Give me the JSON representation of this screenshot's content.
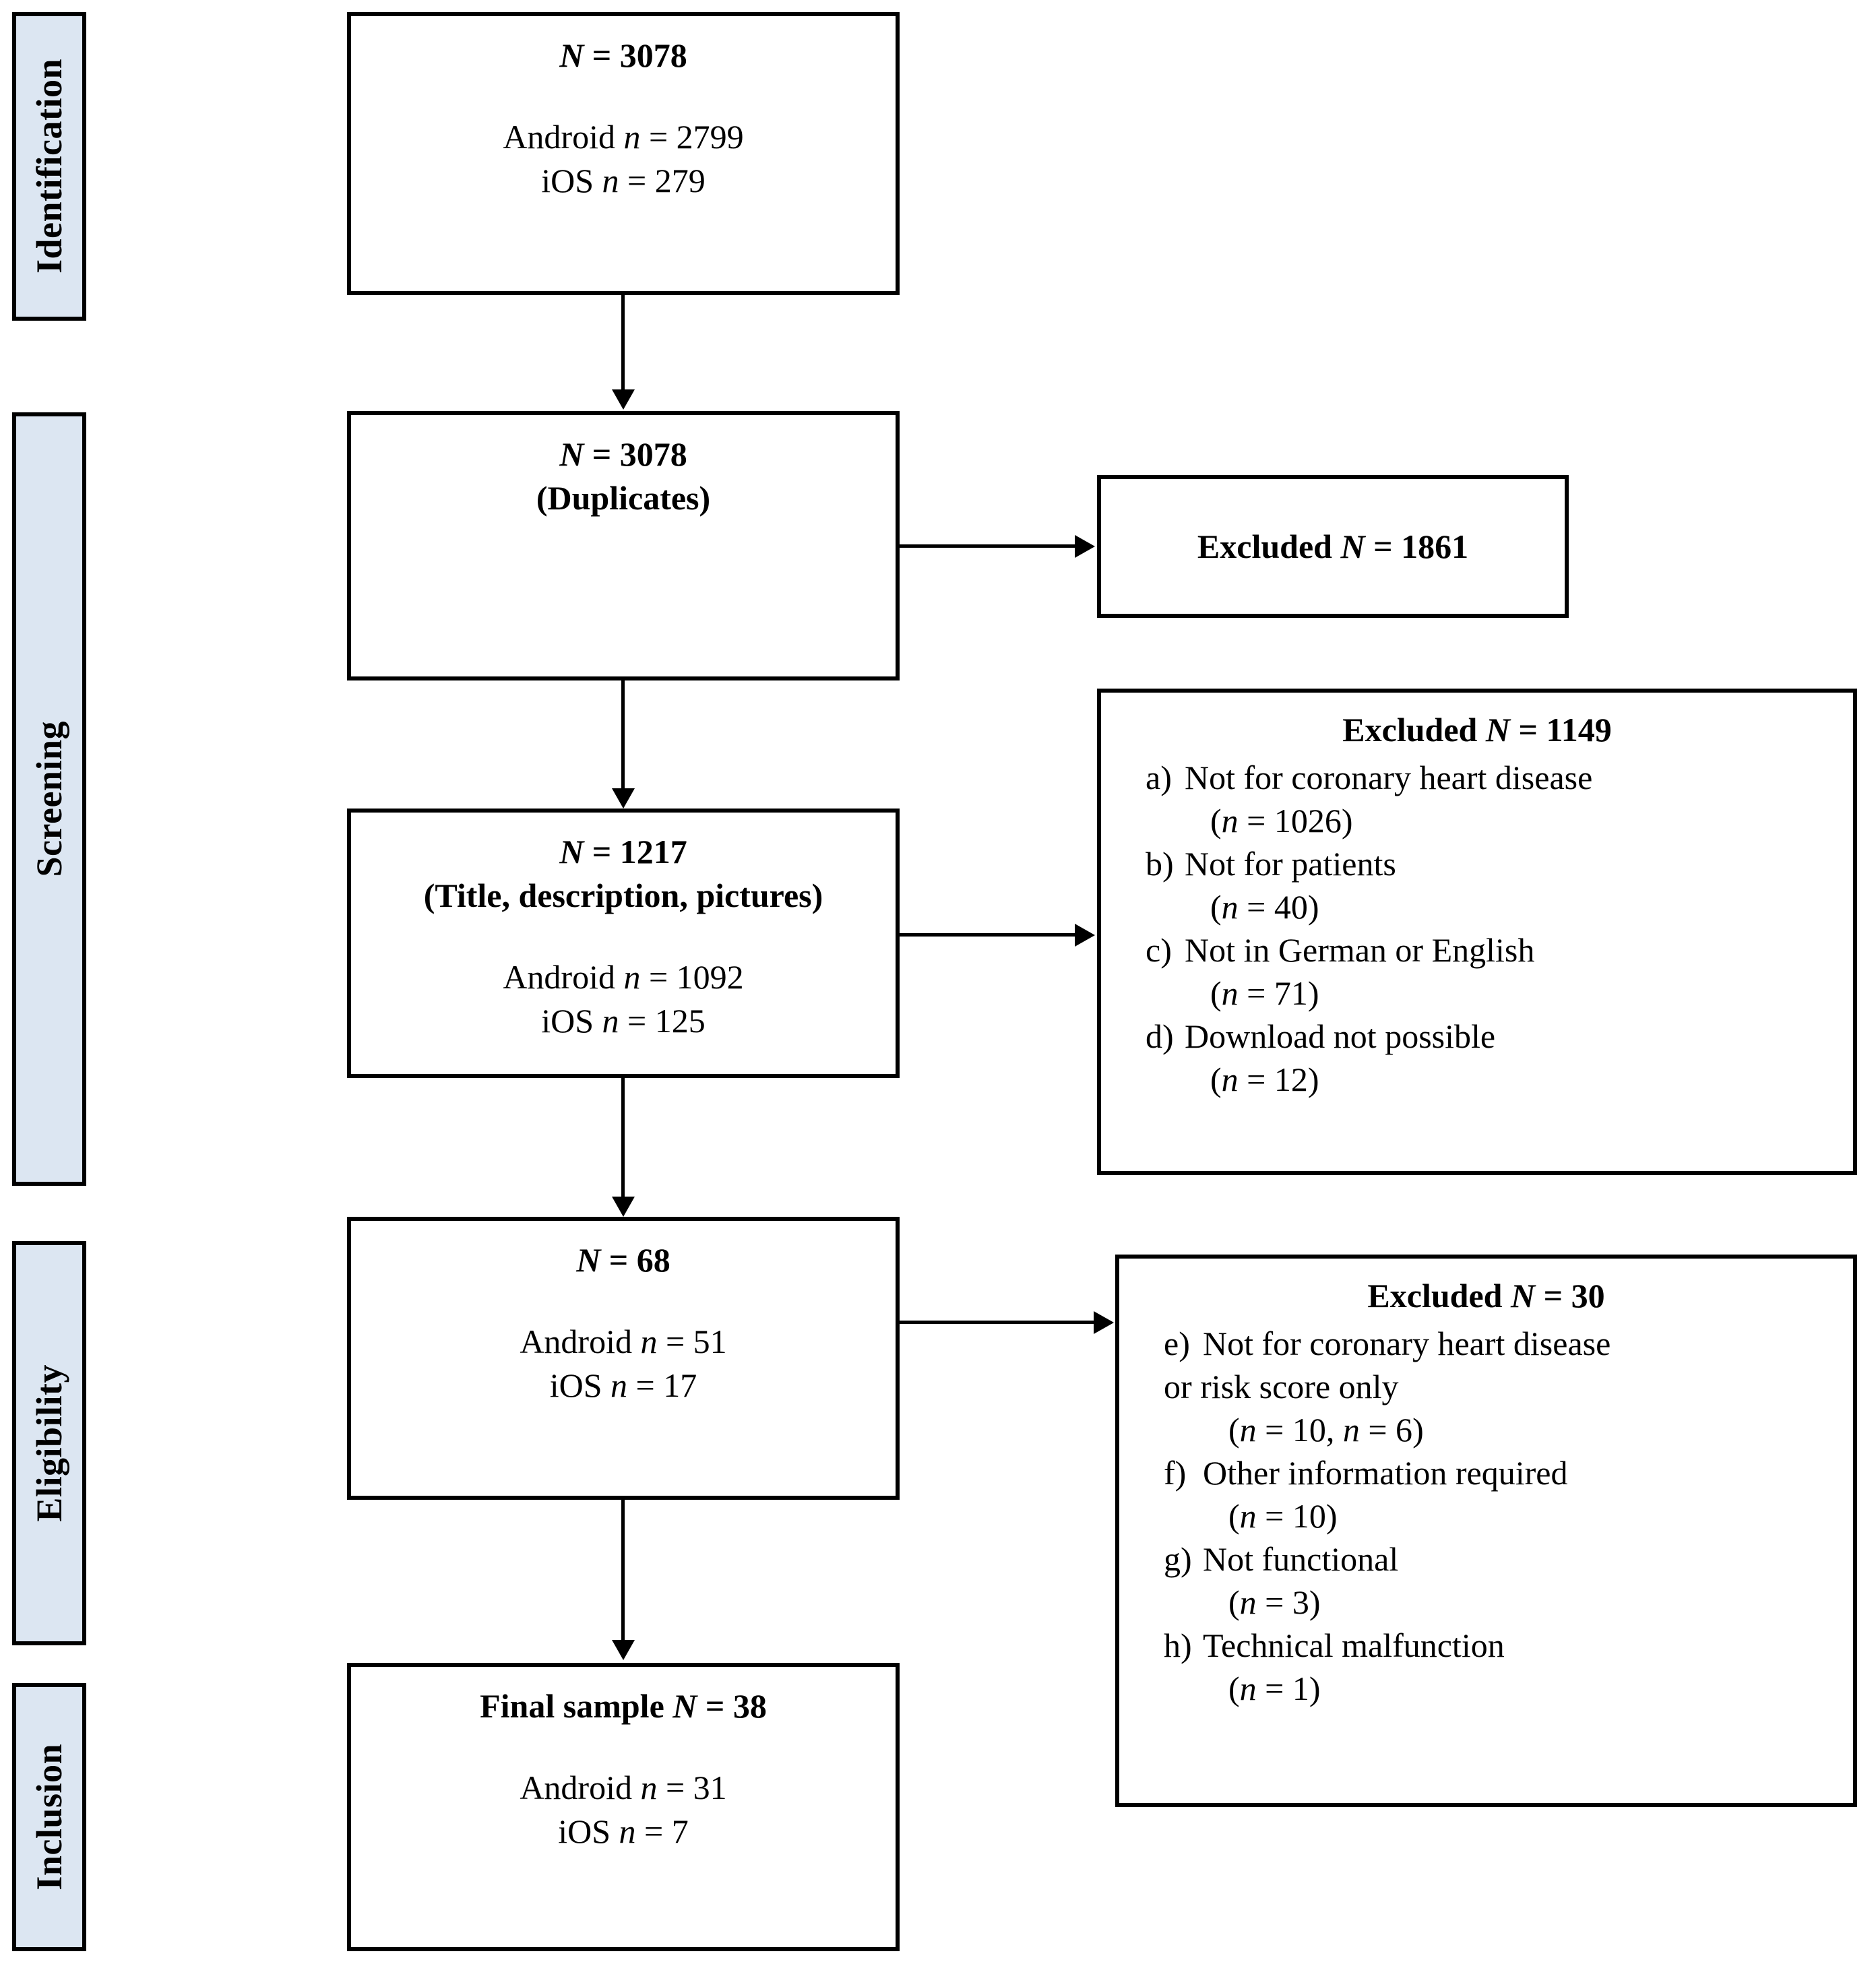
{
  "diagram": {
    "type": "prisma-flow-diagram",
    "stages": [
      {
        "id": "identification",
        "label": "Identification"
      },
      {
        "id": "screening",
        "label": "Screening"
      },
      {
        "id": "eligibility",
        "label": "Eligibility"
      },
      {
        "id": "inclusion",
        "label": "Inclusion"
      }
    ],
    "boxes": {
      "records_identified": {
        "total_label": "N",
        "total_value": "= 3078",
        "android_label": "Android",
        "android_n": "n",
        "android_value": "= 2799",
        "ios_label": "iOS",
        "ios_n": "n",
        "ios_value": "= 279"
      },
      "duplicates": {
        "total_label": "N",
        "total_value": "= 3078",
        "subtitle": "(Duplicates)"
      },
      "excluded_duplicates": {
        "prefix": "Excluded",
        "var": "N",
        "value": "= 1861"
      },
      "title_description_pictures": {
        "total_label": "N",
        "total_value": "= 1217",
        "subtitle": "(Title, description, pictures)",
        "android_label": "Android",
        "android_n": "n",
        "android_value": "= 1092",
        "ios_label": "iOS",
        "ios_n": "n",
        "ios_value": "= 125"
      },
      "excluded_screening": {
        "prefix": "Excluded",
        "var": "N",
        "value": "= 1149",
        "items": [
          {
            "marker": "a)",
            "text": "Not for coronary heart disease",
            "count_var": "n",
            "count_value": "= 1026"
          },
          {
            "marker": "b)",
            "text": "Not for patients",
            "count_var": "n",
            "count_value": "= 40"
          },
          {
            "marker": "c)",
            "text": "Not in German or English",
            "count_var": "n",
            "count_value": "= 71"
          },
          {
            "marker": "d)",
            "text": "Download not possible",
            "count_var": "n",
            "count_value": "= 12"
          }
        ]
      },
      "eligibility_assessed": {
        "total_label": "N",
        "total_value": "= 68",
        "android_label": "Android",
        "android_n": "n",
        "android_value": "= 51",
        "ios_label": "iOS",
        "ios_n": "n",
        "ios_value": "= 17"
      },
      "excluded_eligibility": {
        "prefix": "Excluded",
        "var": "N",
        "value": "= 30",
        "items": [
          {
            "marker": "e)",
            "text": "Not for coronary heart disease",
            "wrap": "or risk score only",
            "count_var": "n",
            "count_value": "= 10,",
            "count_var2": "n",
            "count_value2": "= 6"
          },
          {
            "marker": "f)",
            "text": "Other information required",
            "count_var": "n",
            "count_value": "= 10"
          },
          {
            "marker": "g)",
            "text": "Not functional",
            "count_var": "n",
            "count_value": "= 3"
          },
          {
            "marker": "h)",
            "text": "Technical malfunction",
            "count_var": "n",
            "count_value": "= 1"
          }
        ]
      },
      "final_sample": {
        "title_prefix": "Final sample",
        "total_label": "N",
        "total_value": "= 38",
        "android_label": "Android",
        "android_n": "n",
        "android_value": "= 31",
        "ios_label": "iOS",
        "ios_n": "n",
        "ios_value": "= 7"
      }
    },
    "colors": {
      "stage_band_fill": "#dce6f2",
      "border": "#000000",
      "background": "#ffffff",
      "text": "#000000"
    }
  }
}
